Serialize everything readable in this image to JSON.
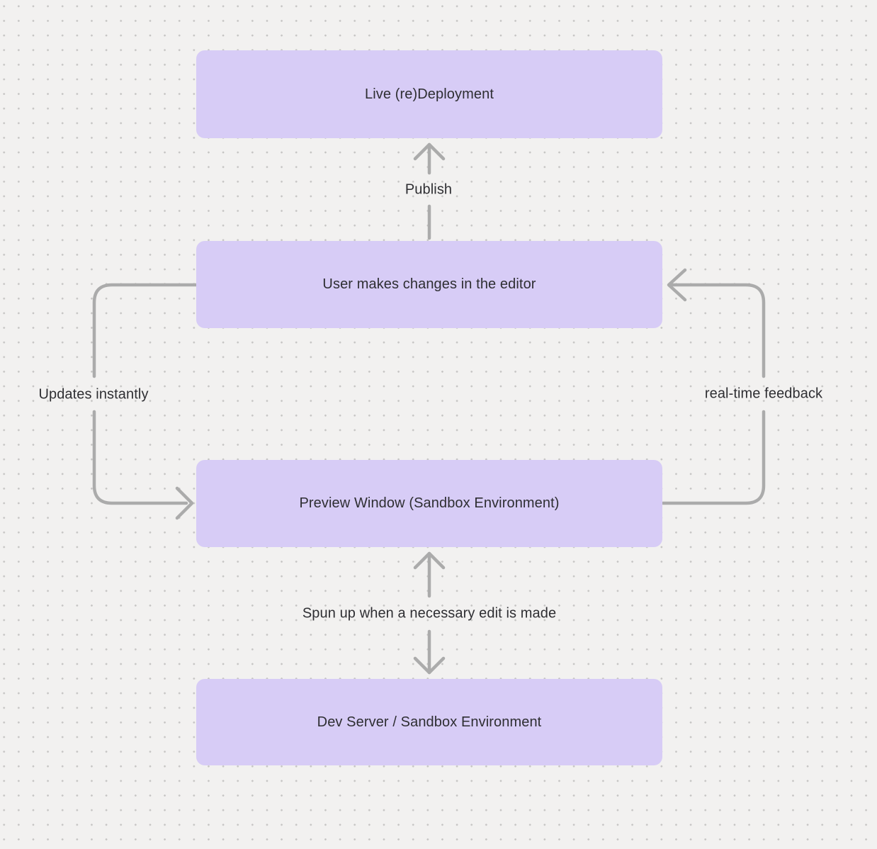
{
  "canvas": {
    "background_color": "#f2f1f0",
    "dot_color": "#c5c4c3",
    "node_fill": "#d7ccf6",
    "text_color": "#2e2e32",
    "connector_color": "#ababab"
  },
  "nodes": [
    {
      "id": "live-redeployment",
      "label": "Live (re)Deployment"
    },
    {
      "id": "editor-changes",
      "label": "User makes changes in the editor"
    },
    {
      "id": "preview-window",
      "label": "Preview Window (Sandbox Environment)"
    },
    {
      "id": "dev-server",
      "label": "Dev Server / Sandbox Environment"
    }
  ],
  "edges": [
    {
      "id": "publish",
      "from": "editor-changes",
      "to": "live-redeployment",
      "label": "Publish",
      "direction": "up"
    },
    {
      "id": "updates-instantly",
      "from": "editor-changes",
      "to": "preview-window",
      "label": "Updates instantly",
      "direction": "left-loop-down"
    },
    {
      "id": "real-time-feedback",
      "from": "preview-window",
      "to": "editor-changes",
      "label": "real-time feedback",
      "direction": "right-loop-up"
    },
    {
      "id": "spun-up",
      "from": "preview-window",
      "to": "dev-server",
      "label": "Spun up when a necessary edit is made",
      "direction": "both"
    }
  ]
}
